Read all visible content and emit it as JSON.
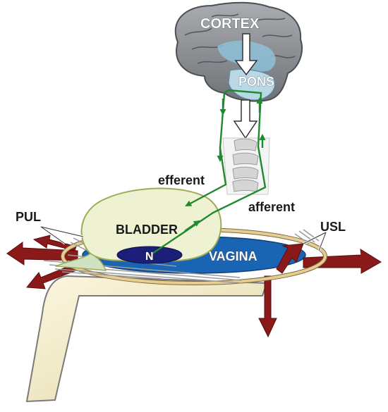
{
  "labels": {
    "cortex": "CORTEX",
    "pons": "PONS",
    "efferent": "efferent",
    "afferent": "afferent",
    "pul": "PUL",
    "usl": "USL",
    "bladder": "BLADDER",
    "n": "N",
    "vagina": "VAGINA"
  },
  "colors": {
    "brain": "#8f9296",
    "brain_highlight": "#8ec3dc",
    "nerve_path": "#1f8a2e",
    "bladder_fill": "#eef1d2",
    "bladder_stroke": "#9cab55",
    "vagina": "#1a64b4",
    "nucleus": "#1b1f78",
    "ring": "#e8cd92",
    "ligament_arrows": "#8a1a1a",
    "pubic_bone": "#f1e9c5"
  }
}
